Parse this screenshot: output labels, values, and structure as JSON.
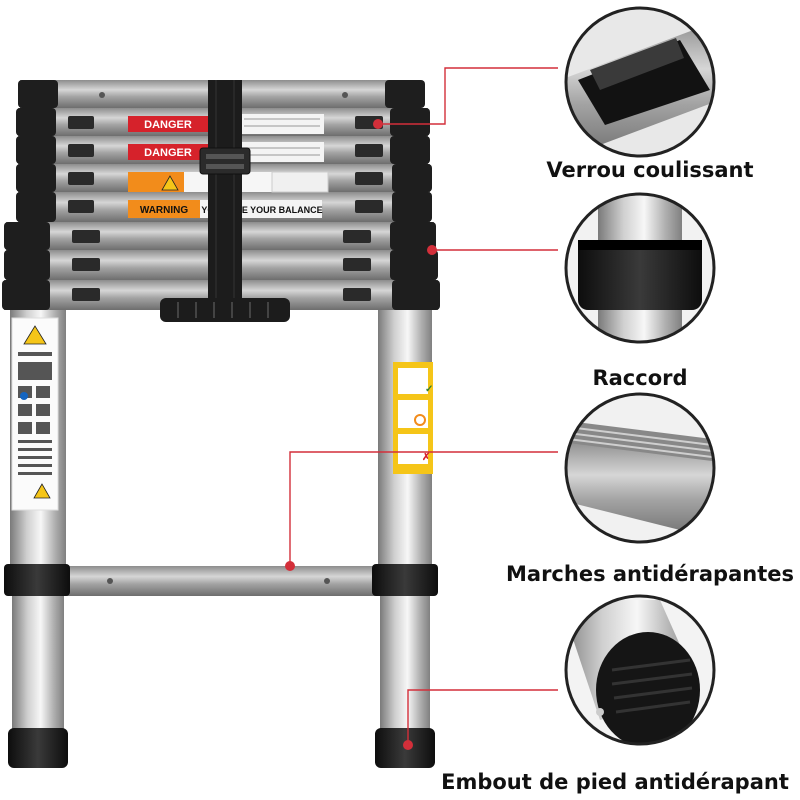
{
  "features": [
    {
      "id": "sliding-lock",
      "label": "Verrou coulissant"
    },
    {
      "id": "connector",
      "label": "Raccord"
    },
    {
      "id": "anti-slip-steps",
      "label": "Marches antidérapantes"
    },
    {
      "id": "anti-slip-foot",
      "label": "Embout de pied antidérapant"
    }
  ],
  "ladder_labels": {
    "danger": "DANGER",
    "warning": "WARNING",
    "balance_text": "YOU LOSE YOUR BALANCE"
  },
  "colors": {
    "callout_line": "#d32f3a",
    "danger_red": "#d6222b",
    "warning_orange": "#f28c1b",
    "rubber_black": "#1a1a1a",
    "steel": "#a9a9a9",
    "caution_yellow": "#f5c518"
  }
}
